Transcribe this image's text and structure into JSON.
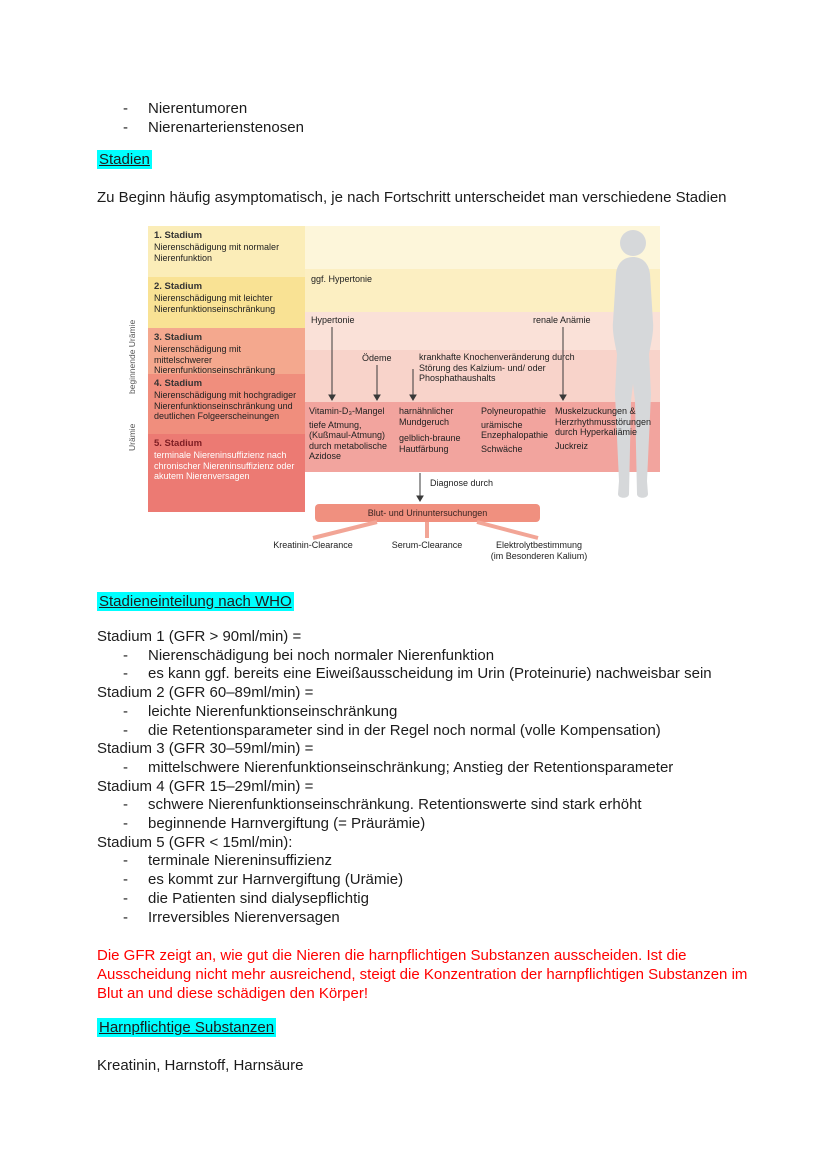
{
  "colors": {
    "highlight": "#00ffff",
    "note_red": "#ff0000",
    "diagnosis_box": "#f0907f",
    "branch_line": "#f2a596",
    "silhouette": "#d6d8da",
    "arrow": "#3a3a3a"
  },
  "marks": {
    "dash": "-"
  },
  "top_list": {
    "items": [
      "Nierentumoren",
      "Nierenarterienstenosen"
    ]
  },
  "sections": {
    "stadien_heading": "Stadien",
    "intro": "Zu Beginn häufig asymptomatisch, je nach Fortschritt unterscheidet man verschiedene Stadien",
    "who_heading": "Stadieneinteilung nach WHO",
    "note_red": "Die GFR zeigt an, wie gut die Nieren die harnpflichtigen Substanzen ausscheiden. Ist die Ausscheidung nicht mehr ausreichend, steigt die Konzentration der harnpflichtigen Substanzen im Blut an und diese schädigen den Körper!",
    "substances_heading": "Harnpflichtige Substanzen",
    "substances_text": "Kreatinin, Harnstoff, Harnsäure"
  },
  "diagram": {
    "y_axis": {
      "upper": "beginnende Urämie",
      "lower": "Urämie"
    },
    "stages": [
      {
        "title": "1. Stadium",
        "desc": "Nierenschädigung mit normaler Nierenfunktion",
        "box_color": "#fbedb8",
        "row_color": "#fdf6da"
      },
      {
        "title": "2. Stadium",
        "desc": "Nierenschädigung mit leichter Nierenfunktionseinschränkung",
        "box_color": "#f9e294",
        "row_color": "#fcefc2"
      },
      {
        "title": "3. Stadium",
        "desc": "Nierenschädigung mit mittelschwerer Nierenfunktionseinschränkung",
        "box_color": "#f4a88e",
        "row_color": "#fae1d8"
      },
      {
        "title": "4. Stadium",
        "desc": "Nierenschädigung mit hochgradiger Nierenfunktionseinschränkung und deutlichen Folgeerscheinungen",
        "box_color": "#f08e7d",
        "row_color": "#f8d3ca"
      },
      {
        "title": "5. Stadium",
        "desc": "terminale Niereninsuffizienz nach chronischer Niereninsuffizienz oder akutem Nierenversagen",
        "box_color": "#ec7a73",
        "row_color": "#f2a49e"
      }
    ],
    "symptoms": {
      "stage2": "ggf. Hypertonie",
      "stage3_left": "Hypertonie",
      "stage3_right": "renale Anämie",
      "stage4_left": "Ödeme",
      "stage4_right": "krankhafte Knochenveränderung durch Störung des Kalzium- und/ oder Phosphathaushalts",
      "stage5_col1": [
        "Vitamin-D₃-Mangel",
        "tiefe Atmung, (Kußmaul-Atmung) durch metabolische Azidose"
      ],
      "stage5_col2": [
        "harnähnlicher Mundgeruch",
        "gelblich-braune Hautfärbung"
      ],
      "stage5_col3": [
        "Polyneuropathie",
        "urämische Enzephalopathie",
        "Schwäche"
      ],
      "stage5_col4": [
        "Muskelzuckungen & Herzrhythmusstörungen durch Hyperkaliämie",
        "Juckreiz"
      ]
    },
    "diagnosis": {
      "arrow_label": "Diagnose durch",
      "box_label": "Blut- und Urinuntersuchungen",
      "methods": [
        "Kreatinin-Clearance",
        "Serum-Clearance",
        "Elektrolytbestimmung"
      ],
      "method3_sub": "(im Besonderen Kalium)"
    }
  },
  "who": {
    "lines": [
      {
        "type": "stage",
        "text": "Stadium 1 (GFR > 90ml/min) ="
      },
      {
        "type": "sub",
        "text": "Nierenschädigung bei noch normaler Nierenfunktion"
      },
      {
        "type": "sub",
        "text": "es kann ggf. bereits eine Eiweißausscheidung im Urin (Proteinurie) nachweisbar sein"
      },
      {
        "type": "stage",
        "text": "Stadium 2 (GFR 60–89ml/min) ="
      },
      {
        "type": "sub",
        "text": "leichte Nierenfunktionseinschränkung"
      },
      {
        "type": "sub",
        "text": "die Retentionsparameter sind in der Regel noch normal (volle Kompensation)"
      },
      {
        "type": "stage",
        "text": "Stadium 3 (GFR 30–59ml/min) ="
      },
      {
        "type": "sub",
        "text": "mittelschwere Nierenfunktionseinschränkung; Anstieg der Retentionsparameter"
      },
      {
        "type": "stage",
        "text": "Stadium 4 (GFR 15–29ml/min) ="
      },
      {
        "type": "sub",
        "text": "schwere Nierenfunktionseinschränkung. Retentionswerte sind stark erhöht"
      },
      {
        "type": "sub",
        "text": "beginnende Harnvergiftung (= Präurämie)"
      },
      {
        "type": "stage",
        "text": "Stadium 5 (GFR < 15ml/min):"
      },
      {
        "type": "sub",
        "text": "terminale Niereninsuffizienz"
      },
      {
        "type": "sub",
        "text": "es kommt zur Harnvergiftung (Urämie)"
      },
      {
        "type": "sub",
        "text": "die Patienten sind dialysepflichtig"
      },
      {
        "type": "sub",
        "text": "Irreversibles Nierenversagen"
      }
    ]
  }
}
